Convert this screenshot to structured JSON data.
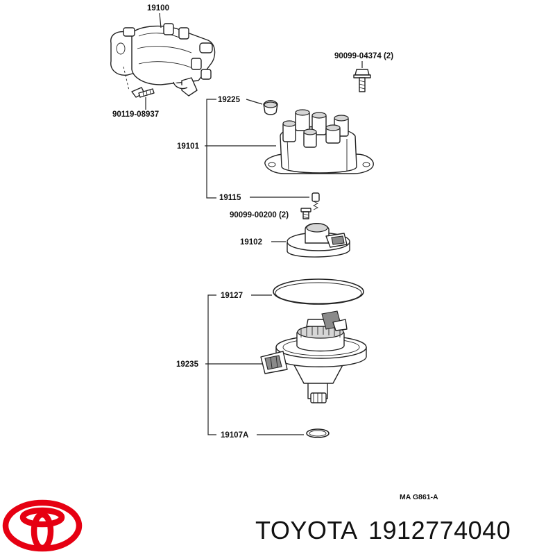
{
  "parts": {
    "p19100": "19100",
    "p90119": "90119-08937",
    "p90099a": "90099-04374 (2)",
    "p19225": "19225",
    "p19101": "19101",
    "p19115": "19115",
    "p90099b": "90099-00200 (2)",
    "p19102": "19102",
    "p19127": "19127",
    "p19235": "19235",
    "p19107A": "19107A"
  },
  "diagram_ref": "MA G861-A",
  "brand": {
    "name": "TOYOTA",
    "part_number": "1912774040",
    "logo_color": "#e60012"
  }
}
